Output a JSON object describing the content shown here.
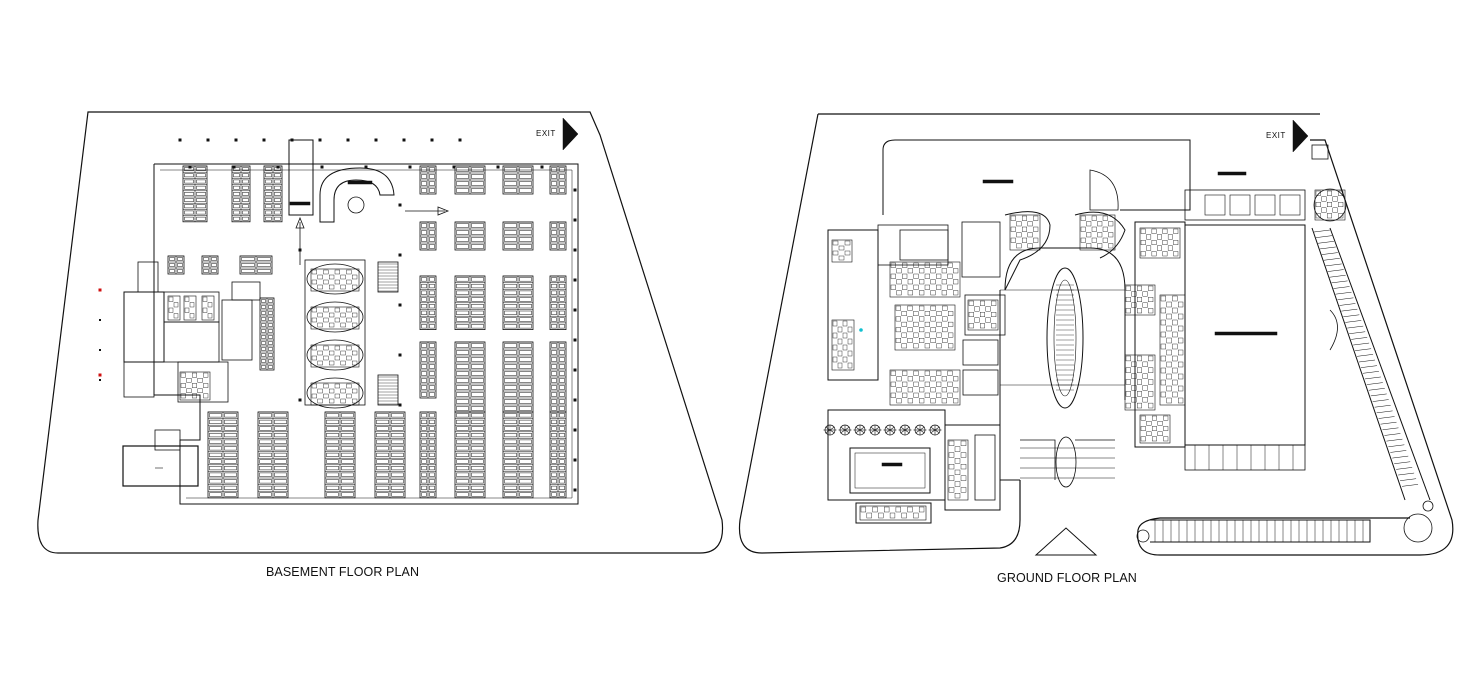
{
  "drawings": [
    {
      "name": "basement",
      "title": "BASEMENT FLOOR PLAN",
      "exit_label": "EXIT"
    },
    {
      "name": "ground",
      "title": "GROUND FLOOR PLAN",
      "exit_label": "EXIT"
    }
  ],
  "colors": {
    "line": "#111111",
    "background": "#ffffff",
    "accent_red": "#d01010",
    "accent_cyan": "#10c0d0"
  }
}
